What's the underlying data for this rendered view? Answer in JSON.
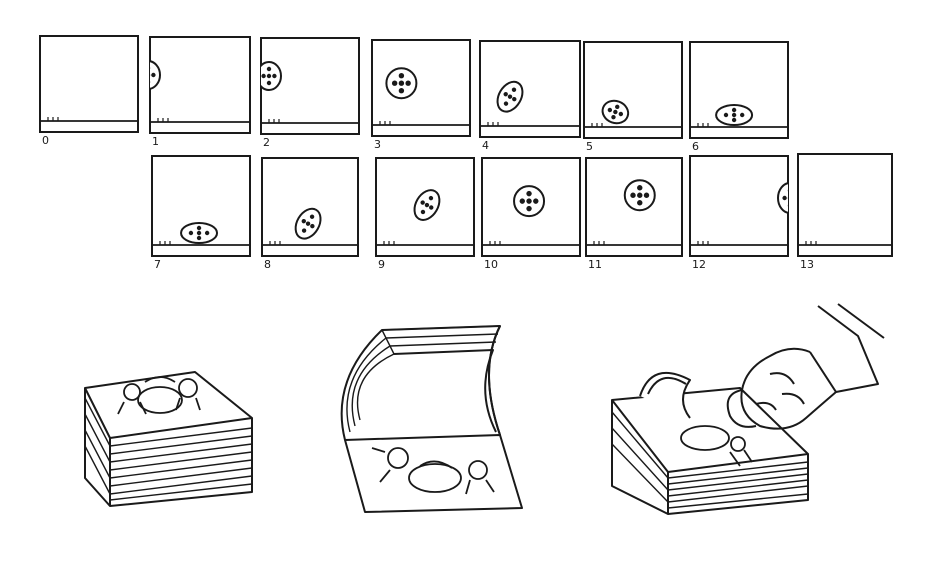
{
  "frames": [
    {
      "label": "0",
      "ball": "none"
    },
    {
      "label": "1",
      "ball": "entering-left"
    },
    {
      "label": "2",
      "ball": "edge-left"
    },
    {
      "label": "3",
      "ball": "round"
    },
    {
      "label": "4",
      "ball": "tilted"
    },
    {
      "label": "5",
      "ball": "squashing"
    },
    {
      "label": "6",
      "ball": "squashed-on-floor"
    },
    {
      "label": "7",
      "ball": "squashed-on-floor"
    },
    {
      "label": "8",
      "ball": "tilted"
    },
    {
      "label": "9",
      "ball": "tilted"
    },
    {
      "label": "10",
      "ball": "round"
    },
    {
      "label": "11",
      "ball": "round"
    },
    {
      "label": "12",
      "ball": "exiting-right"
    },
    {
      "label": "13",
      "ball": "none"
    }
  ],
  "flipbook_steps": [
    {
      "name": "stacked-pages",
      "description": "stack of drawn pages"
    },
    {
      "name": "pages-lifted",
      "description": "pages bent back showing drawing"
    },
    {
      "name": "thumb-flipping",
      "description": "hand flipping pages with thumb"
    }
  ],
  "colors": {
    "ink": "#1a1a1a",
    "paper": "#ffffff"
  }
}
